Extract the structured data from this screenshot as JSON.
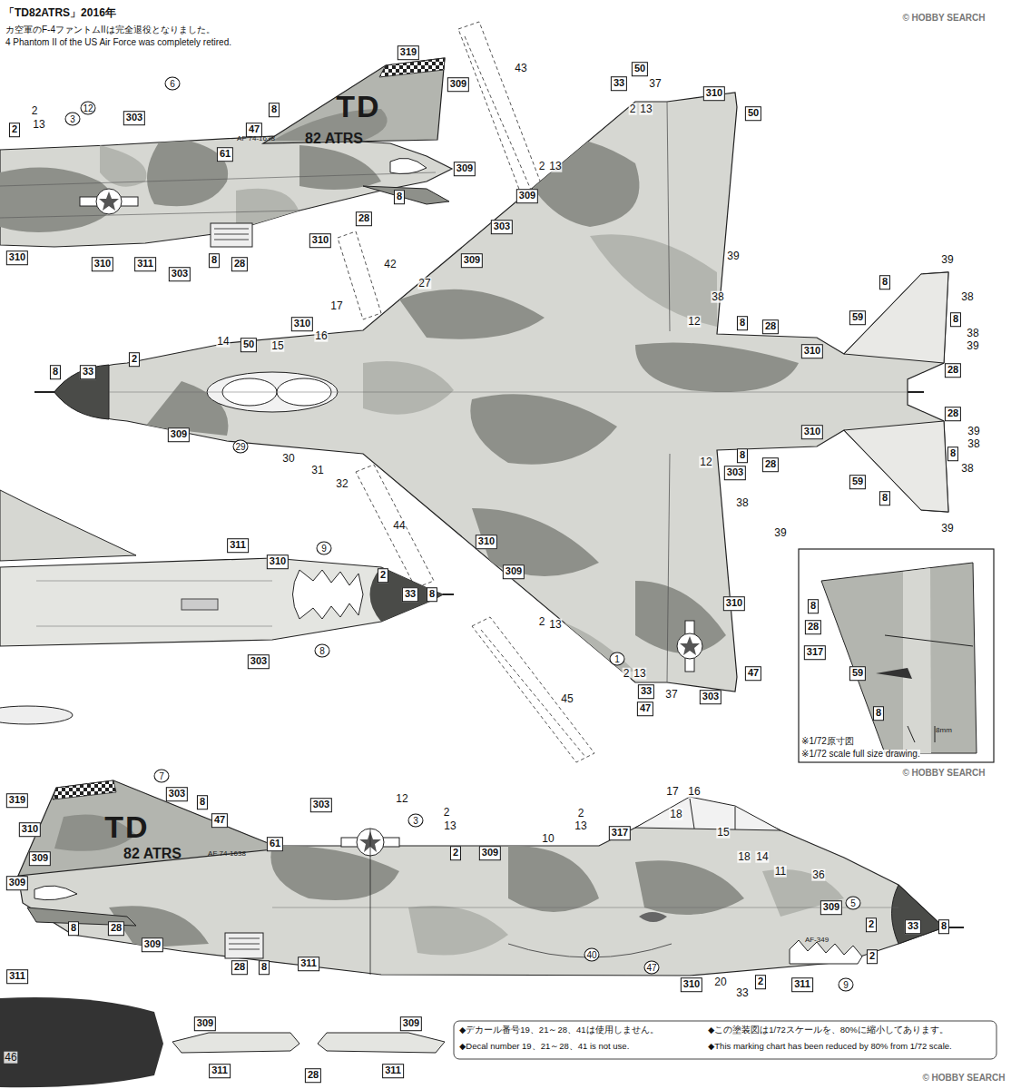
{
  "diagram": {
    "title": "「TD82ATRS」2016年",
    "labels": [
      "カ空軍のF-4ファントムIIは完全退役となりました。",
      "4 Phantom II of the US Air Force was completely retired.",
      "© HOBBY SEARCH",
      "2",
      "13",
      "2",
      "3",
      "12",
      "303",
      "6",
      "8",
      "47",
      "61",
      "319",
      "309",
      "309",
      "8",
      "28",
      "310",
      "8",
      "28",
      "303",
      "311",
      "310",
      "310",
      "TD",
      "82 ATRS",
      "AF 74-1638",
      "43",
      "50",
      "33",
      "37",
      "2",
      "13",
      "310",
      "50",
      "2",
      "13",
      "309",
      "303",
      "309",
      "39",
      "42",
      "27",
      "17",
      "310",
      "14",
      "50",
      "15",
      "16",
      "38",
      "12",
      "8",
      "28",
      "310",
      "8",
      "33",
      "2",
      "309",
      "29",
      "30",
      "31",
      "32",
      "8",
      "303",
      "28",
      "310",
      "12",
      "38",
      "44",
      "39",
      "8",
      "38",
      "59",
      "8",
      "38",
      "39",
      "28",
      "28",
      "39",
      "38",
      "8",
      "38",
      "59",
      "8",
      "39",
      "310",
      "309",
      "39",
      "310",
      "2",
      "13",
      "1",
      "45",
      "2",
      "13",
      "33",
      "37",
      "47",
      "47",
      "303",
      "311",
      "310",
      "9",
      "2",
      "33",
      "8",
      "303",
      "8",
      "8",
      "28",
      "317",
      "59",
      "8",
      "8mm",
      "※1/72原寸図",
      "※1/72 scale full size drawing.",
      "© HOBBY SEARCH",
      "319",
      "7",
      "303",
      "8",
      "47",
      "310",
      "309",
      "309",
      "8",
      "28",
      "309",
      "61",
      "303",
      "3",
      "12",
      "2",
      "13",
      "2",
      "309",
      "10",
      "2",
      "13",
      "317",
      "17",
      "16",
      "18",
      "15",
      "18",
      "14",
      "11",
      "36",
      "5",
      "309",
      "2",
      "33",
      "8",
      "2",
      "28",
      "8",
      "311",
      "40",
      "47",
      "310",
      "20",
      "33",
      "2",
      "311",
      "9",
      "TD",
      "82 ATRS",
      "AF 74-1638",
      "AF-349",
      "311",
      "46",
      "309",
      "309",
      "311",
      "28",
      "311",
      "◆デカール番号19、21～28、41は使用しません。",
      "◆Decal number 19、21～28、41 is not use.",
      "◆この塗装図は1/72スケールを、80%に縮小してあります。",
      "◆This marking chart has been reduced by 80% from 1/72 scale.",
      "© HOBBY SEARCH"
    ]
  }
}
